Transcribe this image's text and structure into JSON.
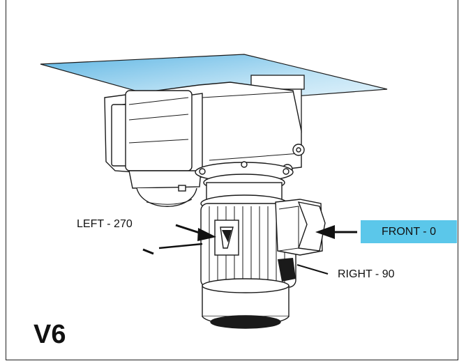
{
  "labels": {
    "left": "LEFT - 270",
    "front": "FRONT - 0",
    "right": "RIGHT - 90",
    "code": "V6"
  },
  "colors": {
    "plate": "#8fd0ee",
    "front_badge": "#5bc7ea",
    "line": "#1a1a1a"
  }
}
